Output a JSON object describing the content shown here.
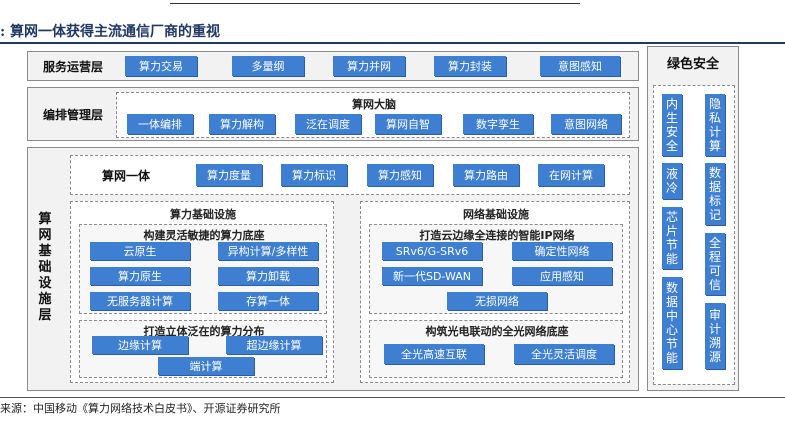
{
  "title": ": 算网一体获得主流通信厂商的重视",
  "source": "来源：中国移动《算力网络技术白皮书》、开源证券研究所",
  "service_layer": {
    "label": "服务运营层",
    "items": [
      "算力交易",
      "多量纲",
      "算力并网",
      "算力封装",
      "意图感知"
    ]
  },
  "orchestration_layer": {
    "label": "编排管理层",
    "brain_label": "算网大脑",
    "items": [
      "一体编排",
      "算力解构",
      "泛在调度",
      "算网自智",
      "数字孪生",
      "意图网络"
    ]
  },
  "infrastructure_layer": {
    "label": "算网基础设施层",
    "integration": {
      "label": "算网一体",
      "items": [
        "算力度量",
        "算力标识",
        "算力感知",
        "算力路由",
        "在网计算"
      ]
    },
    "compute": {
      "label": "算力基础设施",
      "flexible": {
        "label": "构建灵活敏捷的算力底座",
        "items": [
          "云原生",
          "异构计算/多样性",
          "算力原生",
          "算力卸载",
          "无服务器计算",
          "存算一体"
        ]
      },
      "distributed": {
        "label": "打造立体泛在的算力分布",
        "items": [
          "边缘计算",
          "超边缘计算",
          "端计算"
        ]
      }
    },
    "network": {
      "label": "网络基础设施",
      "ip": {
        "label": "打造云边缘全连接的智能IP网络",
        "items": [
          "SRv6/G-SRv6",
          "确定性网络",
          "新一代SD-WAN",
          "应用感知",
          "无损网络"
        ]
      },
      "optical": {
        "label": "构筑光电联动的全光网络底座",
        "items": [
          "全光高速互联",
          "全光灵活调度"
        ]
      }
    }
  },
  "green_security": {
    "label": "绿色安全",
    "items": [
      "内生安全",
      "隐私计算",
      "液冷",
      "数据标记",
      "芯片节能",
      "全程可信",
      "数据中心节能",
      "审计溯源"
    ]
  }
}
